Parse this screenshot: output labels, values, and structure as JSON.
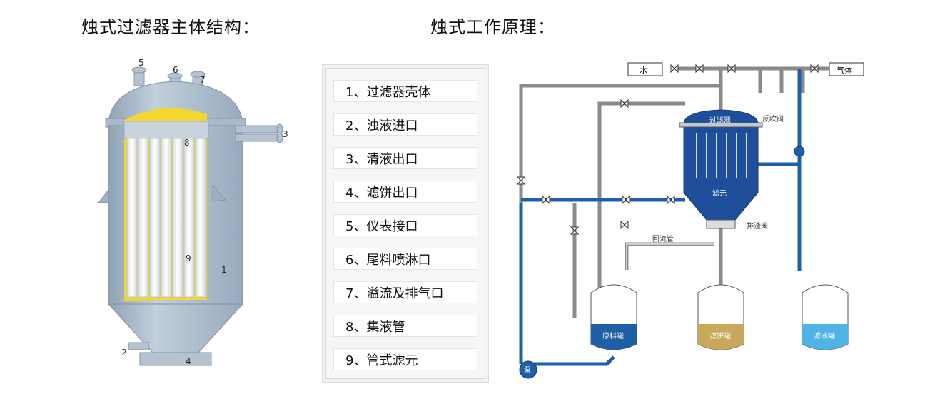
{
  "titles": {
    "left": "烛式过滤器主体结构：",
    "right": "烛式工作原理："
  },
  "vessel_labels": {
    "n1": "1",
    "n2": "2",
    "n3": "3",
    "n4": "4",
    "n5": "5",
    "n6": "6",
    "n7": "7",
    "n8": "8",
    "n9": "9"
  },
  "parts_list": [
    "1、过滤器壳体",
    "2、浊液进口",
    "3、清液出口",
    "4、滤饼出口",
    "5、仪表接口",
    "6、尾料喷淋口",
    "7、溢流及排气口",
    "8、集液管",
    "9、管式滤元"
  ],
  "schematic": {
    "water": "水",
    "gas": "气体",
    "filter": "过滤器",
    "element": "滤元",
    "backflush_valve": "反吹阀",
    "residue_valve": "排渣阀",
    "return_pipe": "回流管",
    "raw_tank": "原料罐",
    "cake_tank": "滤饼罐",
    "clear_tank": "滤液罐",
    "pump": "泵"
  },
  "colors": {
    "vessel_shell": "#a9b9c9",
    "vessel_yellow": "#f4d630",
    "pipe_gray": "#8a8a8a",
    "pipe_blue": "#1f5fa8",
    "filter_blue": "#1f4f9a",
    "clear_liquid": "#4fb3e8",
    "cake": "#c9a85b"
  }
}
